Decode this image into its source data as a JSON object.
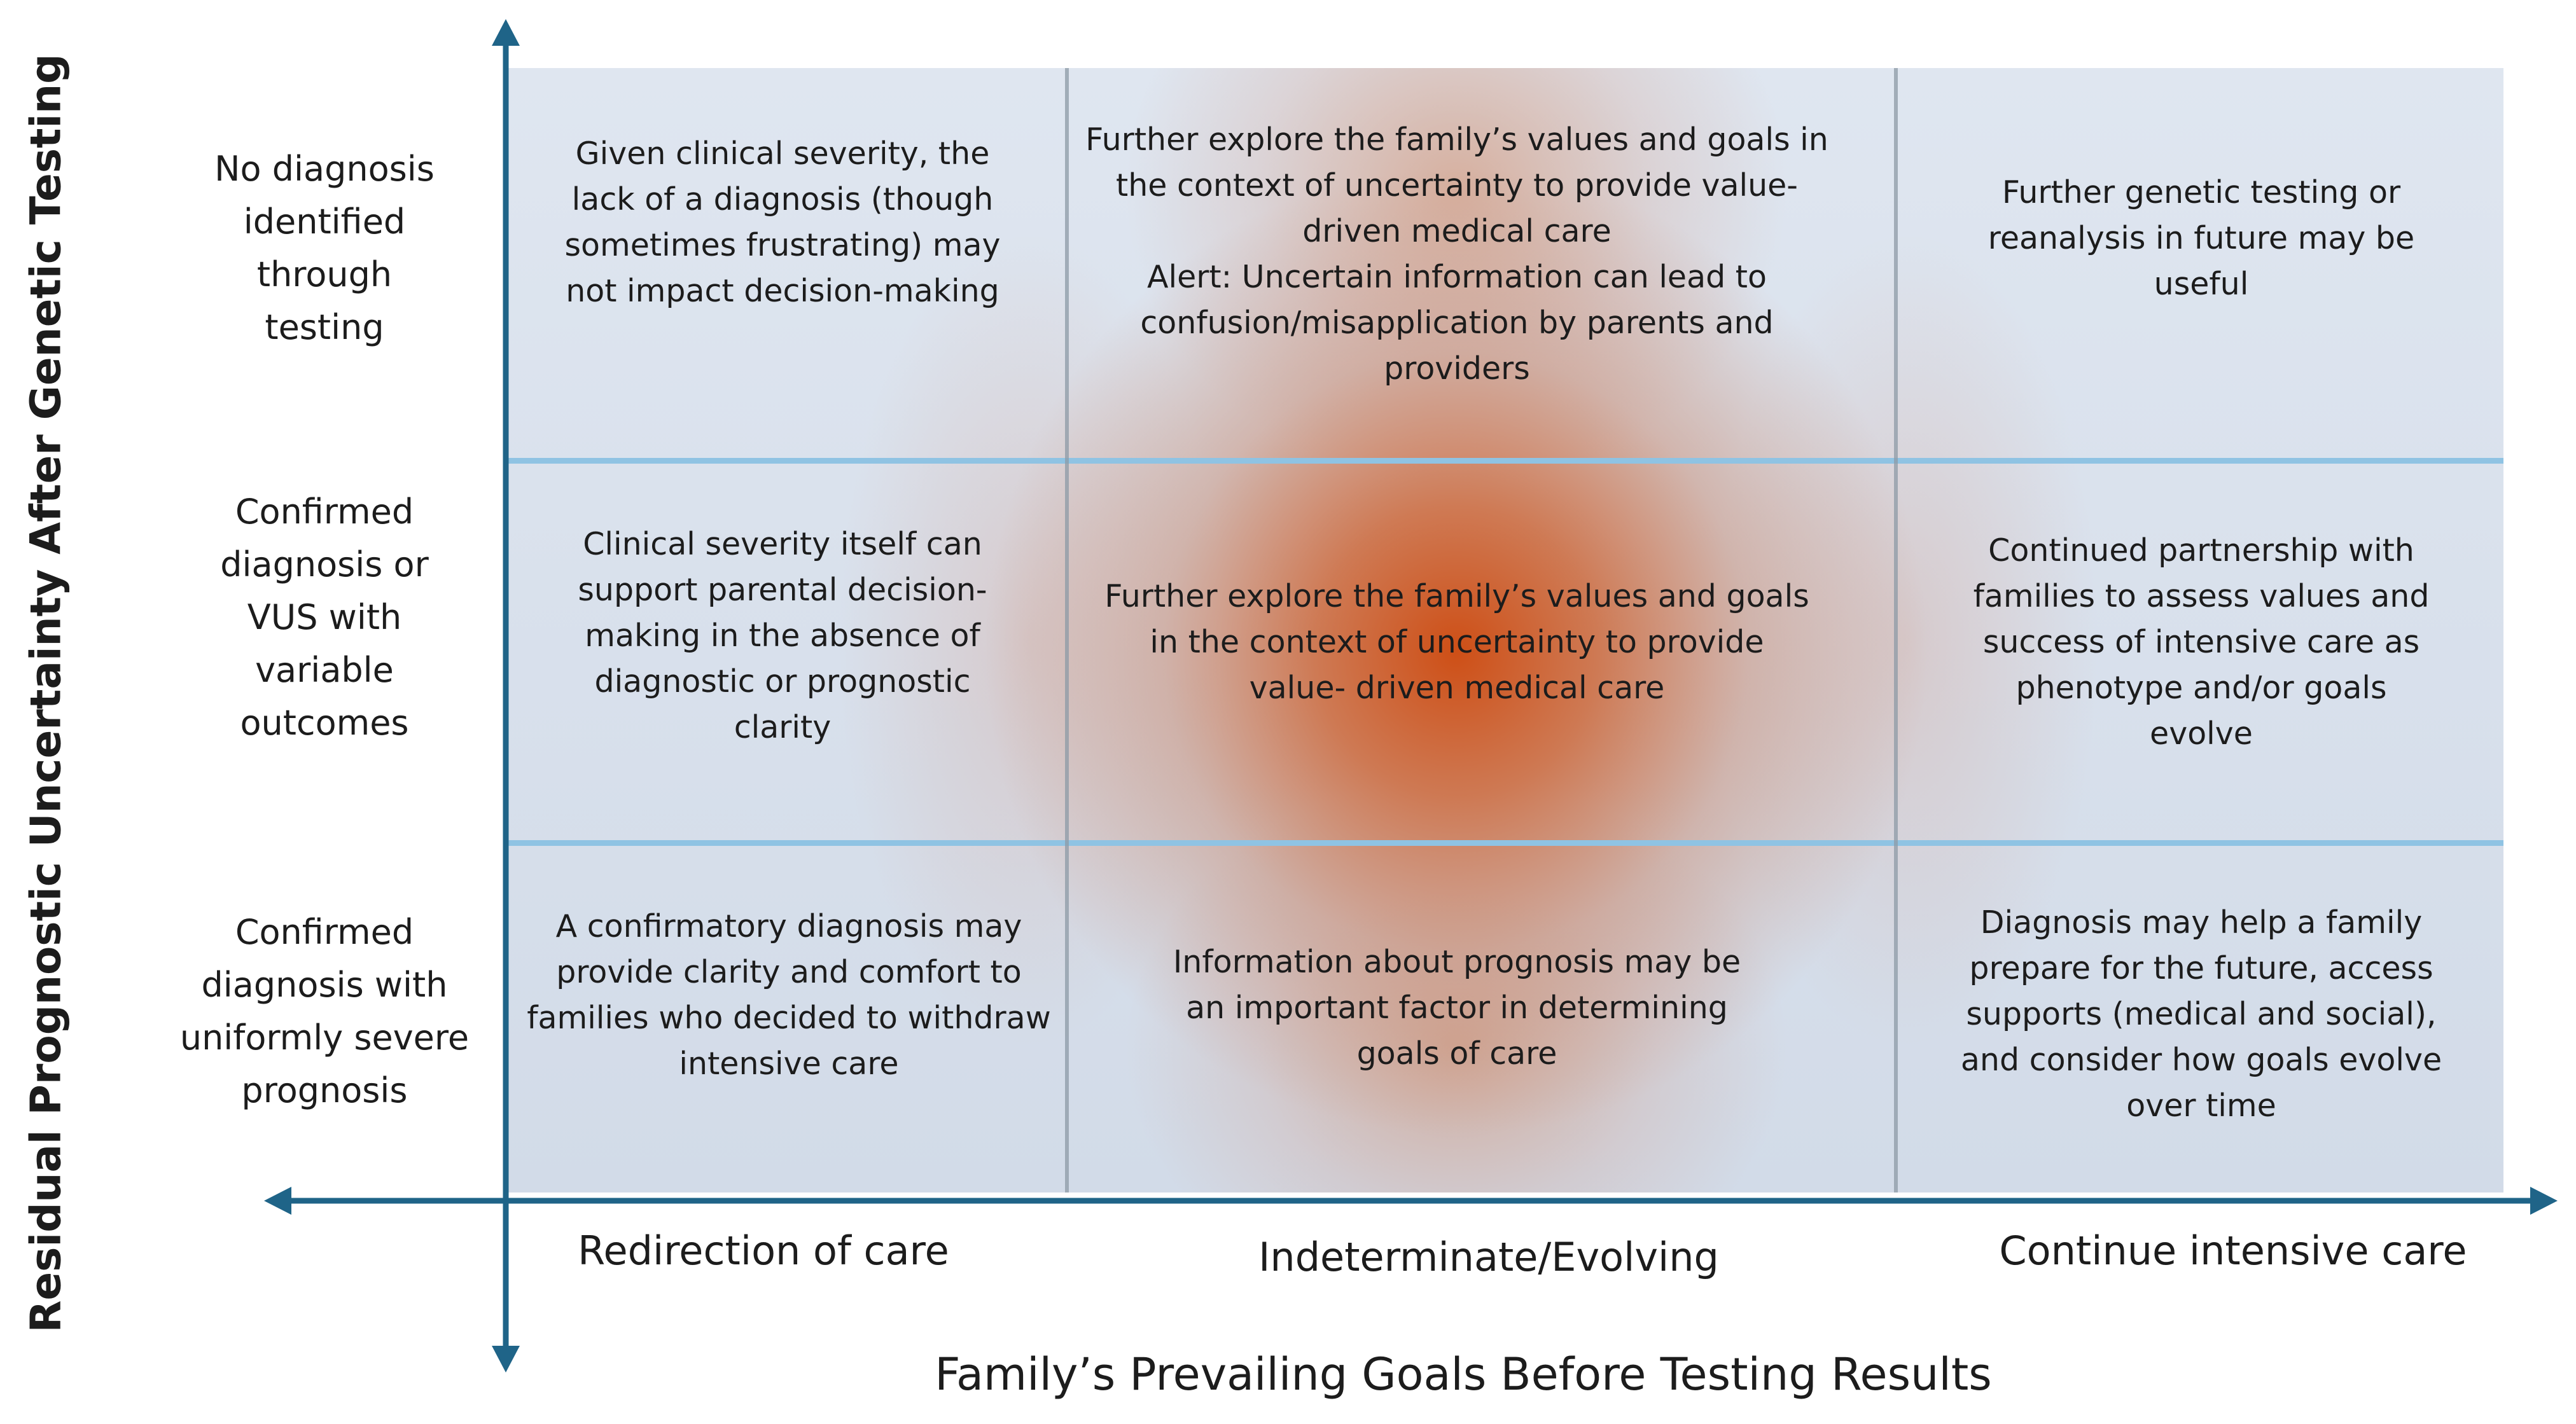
{
  "axes": {
    "y_title": "Residual Prognostic Uncertainty After Genetic Testing",
    "x_title": "Family’s Prevailing Goals Before Testing Results"
  },
  "columns": [
    {
      "label": "Redirection of care"
    },
    {
      "label": "Indeterminate/Evolving"
    },
    {
      "label": "Continue intensive care"
    }
  ],
  "rows": [
    {
      "label": "No diagnosis\nidentified\nthrough\ntesting",
      "cells": [
        "Given clinical severity, the\nlack of a diagnosis (though\nsometimes frustrating) may\nnot impact decision-making",
        "Further explore the family’s values and goals in\nthe context of uncertainty to provide value-\ndriven medical care\nAlert: Uncertain information can lead to\nconfusion/misapplication by parents and\nproviders",
        "Further genetic testing or\nreanalysis in future may be\nuseful"
      ]
    },
    {
      "label": "Confirmed\ndiagnosis or\nVUS with\nvariable\noutcomes",
      "cells": [
        "Clinical severity itself can\nsupport parental decision-\nmaking in the absence of\ndiagnostic or prognostic\nclarity",
        "Further explore the family’s values and goals\nin the context of uncertainty to provide\nvalue- driven medical care",
        "Continued partnership with\nfamilies to assess values and\nsuccess of intensive care as\nphenotype and/or goals\nevolve"
      ]
    },
    {
      "label": "Confirmed\ndiagnosis with\nuniformly severe\nprognosis",
      "cells": [
        "A confirmatory diagnosis may\nprovide clarity and comfort to\nfamilies who decided to withdraw\nintensive care",
        "Information about prognosis may be\nan important factor in determining\ngoals of care",
        "Diagnosis may help a family\nprepare for the future, access\nsupports (medical and social),\nand consider how goals evolve\nover time"
      ]
    }
  ],
  "colors": {
    "axis": "#1f6488",
    "row_divider": "#8fc3e3",
    "panel_background": "#d9e1ec",
    "center_glow": "#cc4c12"
  }
}
